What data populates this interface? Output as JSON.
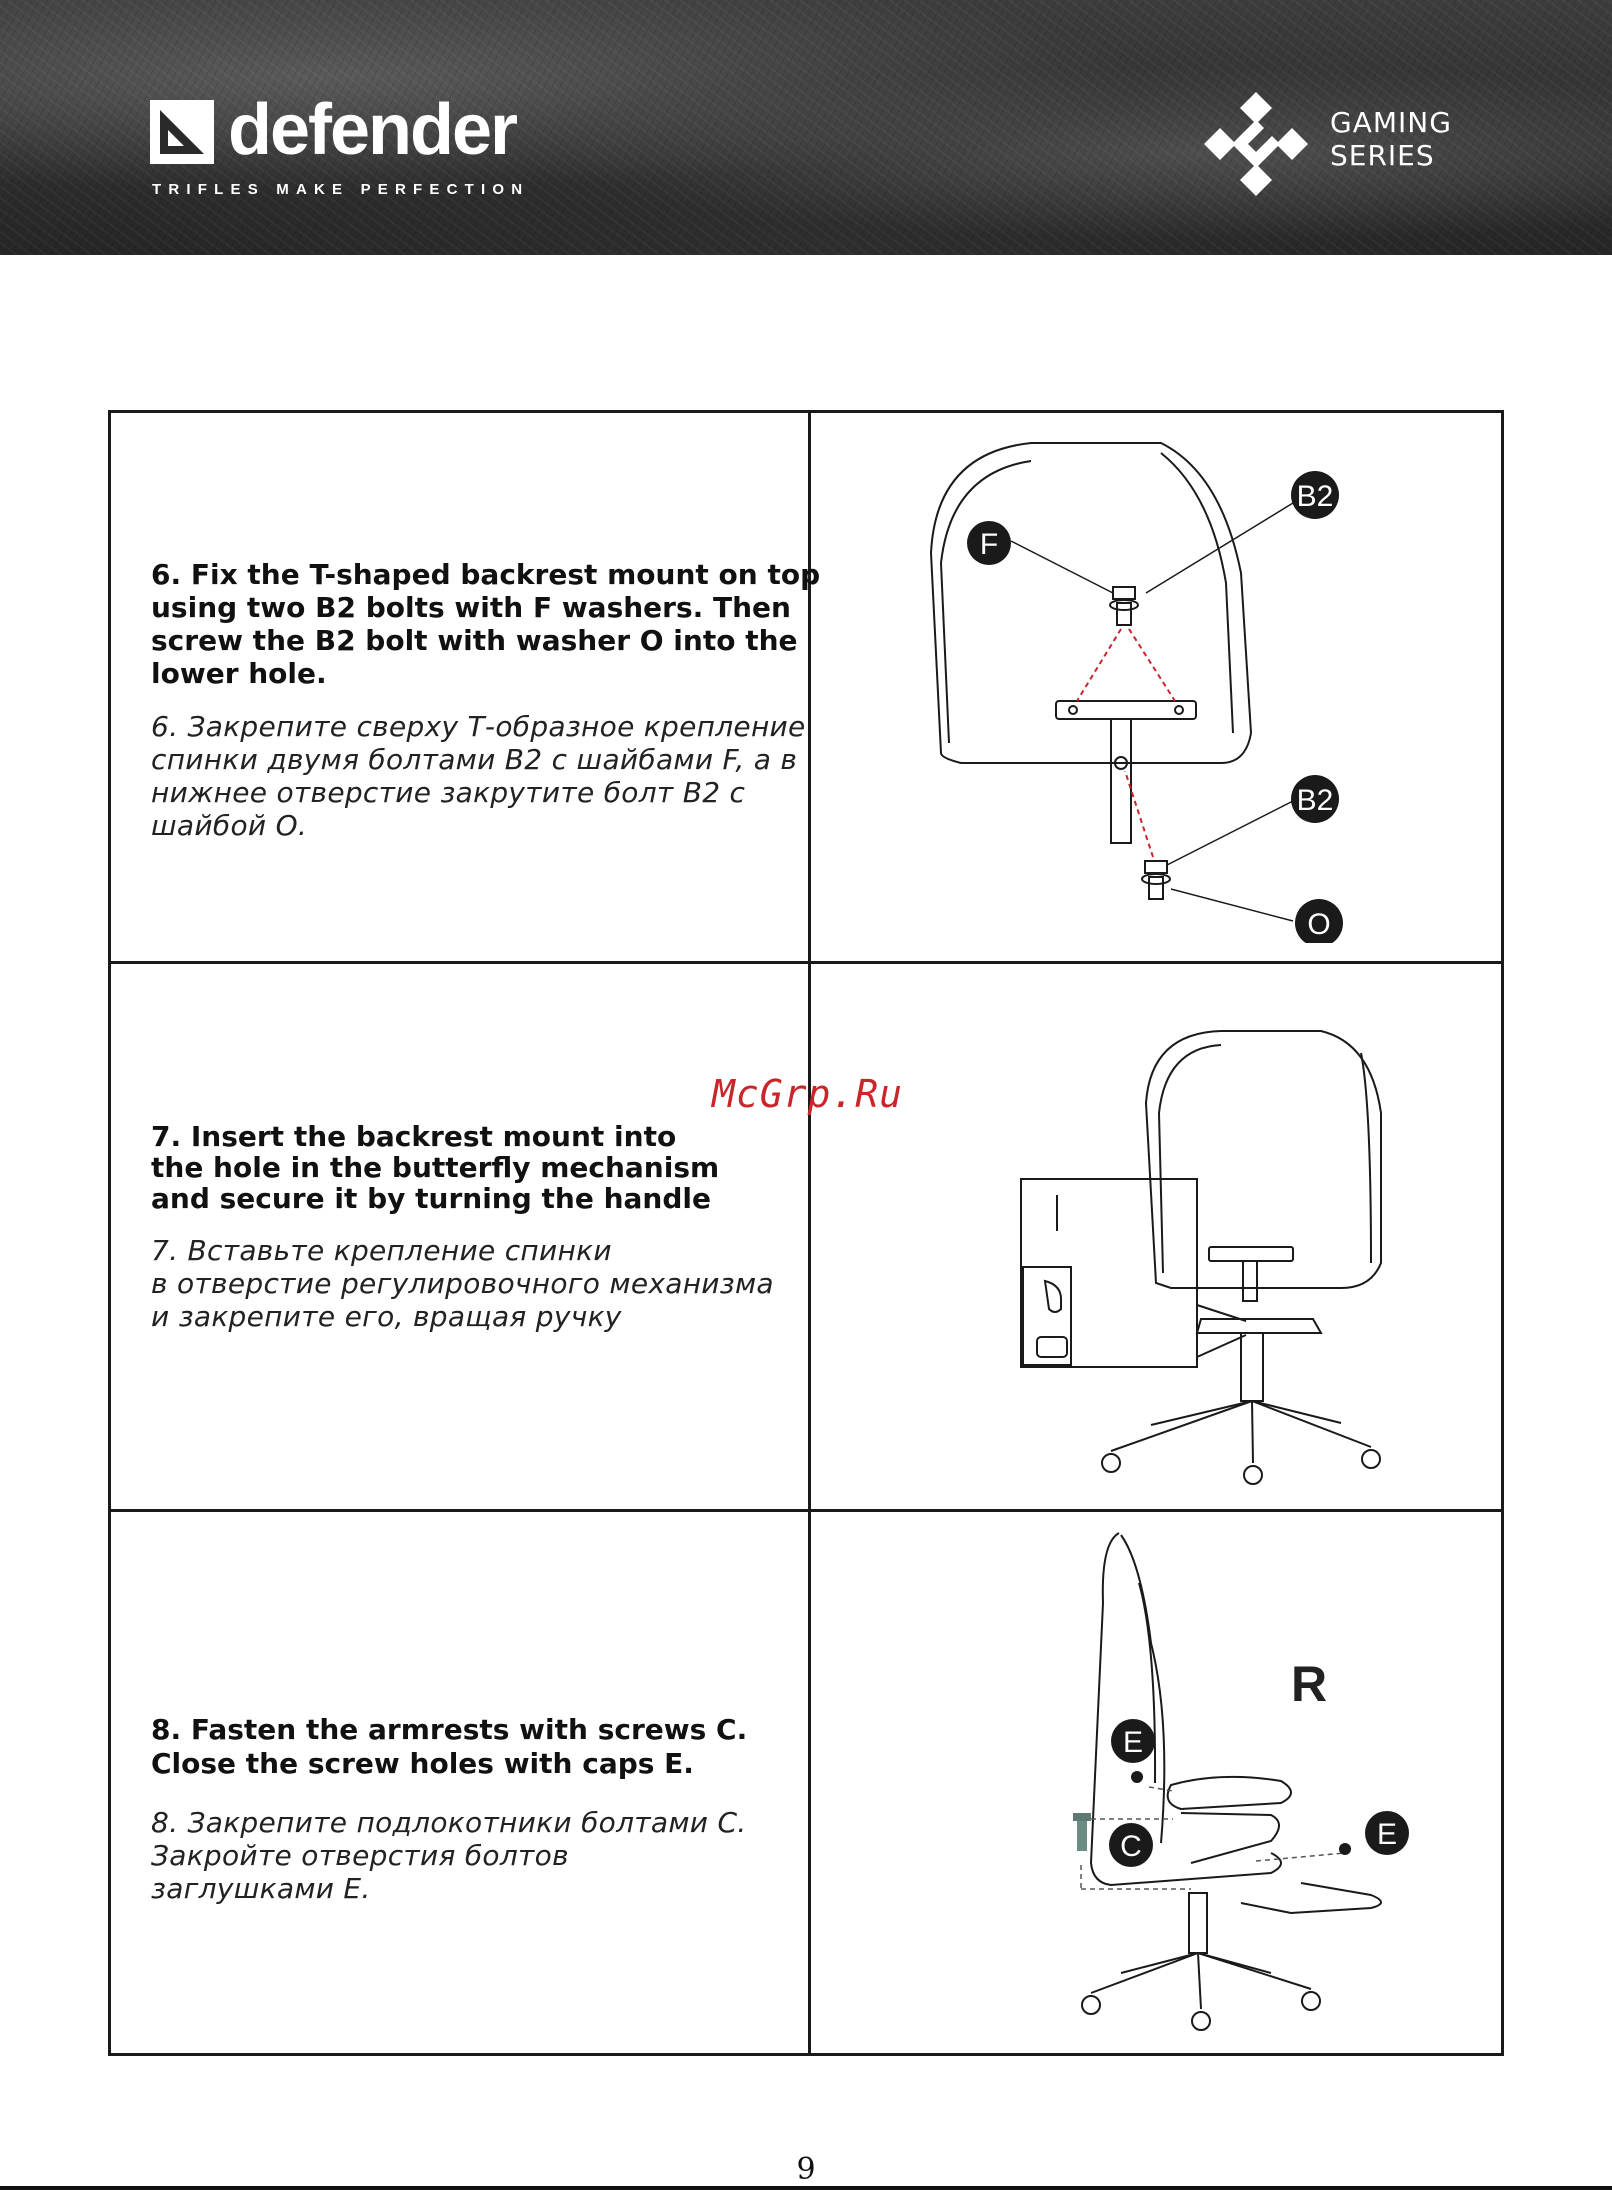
{
  "header": {
    "brand": "defender",
    "tagline": "TRIFLES MAKE PERFECTION",
    "gaming_line1": "GAMING",
    "gaming_line2": "SERIES"
  },
  "steps": [
    {
      "en": [
        "6. Fix the T-shaped backrest mount on top",
        "using two B2 bolts with F washers. Then",
        "screw the B2 bolt with washer O into the",
        "lower hole."
      ],
      "ru": [
        "6. Закрепите сверху Т-образное крепление",
        "спинки двумя болтами В2 с шайбами F, а в",
        "нижнее отверстие закрутите болт В2 с",
        "шайбой О."
      ],
      "labels": {
        "f": "F",
        "b2_top": "B2",
        "b2_bottom": "B2",
        "o": "O"
      }
    },
    {
      "en": [
        "7. Insert the backrest mount into",
        "the hole in the butterfly mechanism",
        "and secure it by turning the handle"
      ],
      "ru": [
        "7. Вставьте крепление спинки",
        "в отверстие регулировочного механизма",
        "и закрепите его, вращая ручку"
      ]
    },
    {
      "en": [
        "8. Fasten the armrests with screws C.",
        "Close the screw holes with caps E."
      ],
      "ru": [
        "8. Закрепите подлокотники болтами С.",
        "Закройте отверстия болтов",
        "заглушками Е."
      ],
      "labels": {
        "e_left": "E",
        "c": "C",
        "e_right": "E",
        "r": "R"
      }
    }
  ],
  "watermark": "McGrp.Ru",
  "page_number": "9"
}
